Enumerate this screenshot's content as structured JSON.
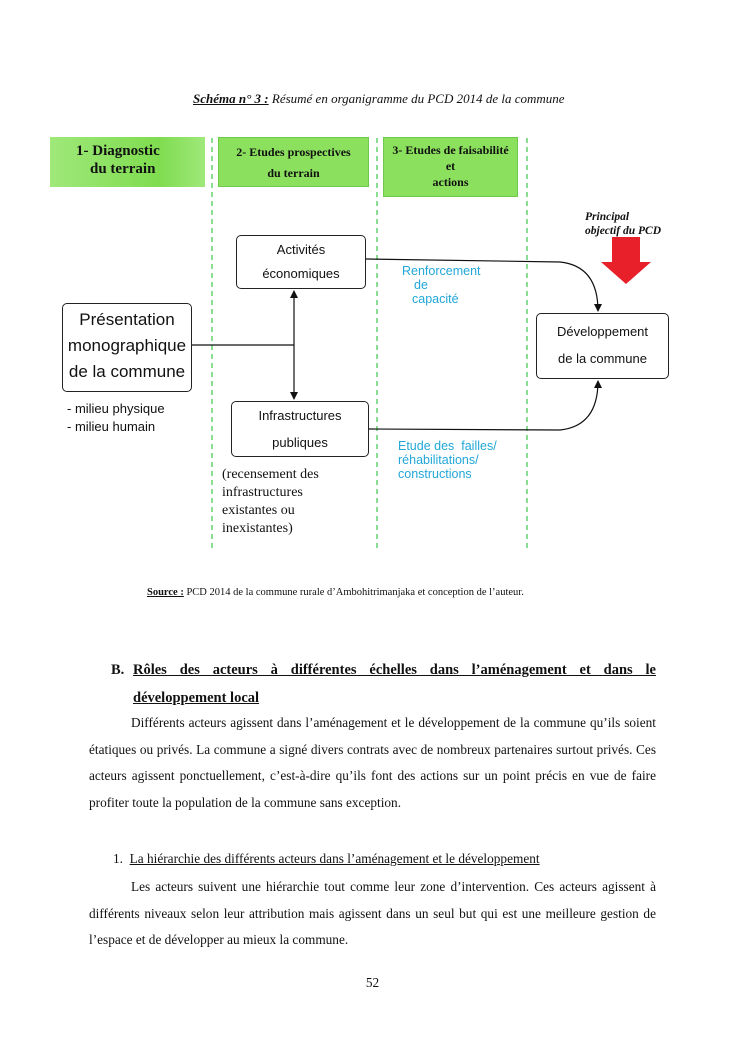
{
  "caption": {
    "label": "Schéma n° 3 :",
    "text": " Résumé en organigramme du PCD 2014 de la commune"
  },
  "diagram": {
    "phase1": {
      "line1": "1- Diagnostic",
      "line2": "du terrain"
    },
    "phase2": {
      "line1": "2- Etudes prospectives",
      "line2": "du terrain"
    },
    "phase3": {
      "line1": "3- Etudes de faisabilité",
      "line2": "et",
      "line3": "actions"
    },
    "box_activites": {
      "line1": "Activités",
      "line2": "économiques"
    },
    "box_infrastructures": {
      "line1": "Infrastructures",
      "line2": "publiques"
    },
    "box_presentation": {
      "line1": "Présentation",
      "line2": "monographique",
      "line3": "de la commune"
    },
    "box_developpement": {
      "line1": "Développement",
      "line2": "de la commune"
    },
    "milieu": {
      "line1": "- milieu physique",
      "line2": "- milieu humain"
    },
    "recensement": {
      "line1": "(recensement des",
      "line2": "infrastructures",
      "line3": "existantes ou",
      "line4": "inexistantes)"
    },
    "renforcement": {
      "line1": "Renforcement",
      "line2": "de",
      "line3": "capacité"
    },
    "etude_failles": {
      "line1": "Etude des  failles/",
      "line2": "réhabilitations/",
      "line3": "constructions"
    },
    "objectif": {
      "line1": "Principal",
      "line2": "objectif du PCD"
    },
    "colors": {
      "phase_fill": "#8be05d",
      "divider": "#3cc94a",
      "annotation": "#22a7d8",
      "arrow": "#e8202a"
    }
  },
  "source": {
    "label": "Source :",
    "text": " PCD 2014 de la commune rurale d’Ambohitrimanjaka et conception de l’auteur."
  },
  "sectionB": {
    "letter": "B.",
    "title": "Rôles des acteurs à différentes échelles dans l’aménagement et dans le développement local"
  },
  "paragraph1": "Différents acteurs agissent dans l’aménagement et le développement de la commune qu’ils soient étatiques ou privés. La commune a signé divers contrats avec de nombreux partenaires surtout privés. Ces acteurs agissent ponctuellement, c’est-à-dire qu’ils font des actions sur un point précis en vue de faire profiter toute la population de la commune sans exception.",
  "subheading1": {
    "number": "1.",
    "title": "La hiérarchie des différents acteurs dans l’aménagement et le développement"
  },
  "paragraph2": "Les acteurs suivent une hiérarchie tout comme leur zone d’intervention. Ces acteurs agissent à différents niveaux selon leur attribution mais agissent dans un seul but qui est une meilleure gestion de l’espace et de développer au mieux la commune.",
  "page_number": "52"
}
